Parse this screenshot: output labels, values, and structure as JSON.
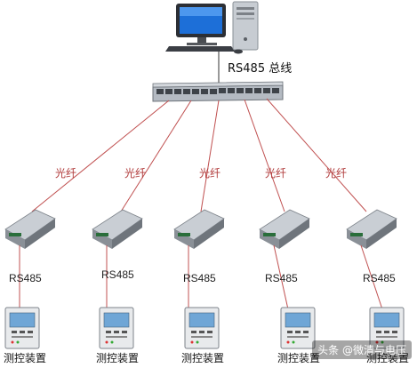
{
  "labels": {
    "bus": "RS485 总线",
    "fiber": [
      "光纤",
      "光纤",
      "光纤",
      "光纤",
      "光纤"
    ],
    "rs485": [
      "RS485",
      "RS485",
      "RS485",
      "RS485",
      "RS485"
    ],
    "devices": [
      "测控装置",
      "测控装置",
      "测控装置",
      "测控装置",
      "测控装置"
    ]
  },
  "watermark": "头条 @微清与电压",
  "colors": {
    "fiber_line": "#c05050",
    "label_red": "#b03a3a",
    "converter_body": "#8a8f96",
    "hub_body": "#a7adb5",
    "panel_screen": "#6fa6d6"
  },
  "icons": [
    "computer-icon",
    "fiber-hub-icon",
    "media-converter-icon",
    "measurement-device-icon"
  ]
}
